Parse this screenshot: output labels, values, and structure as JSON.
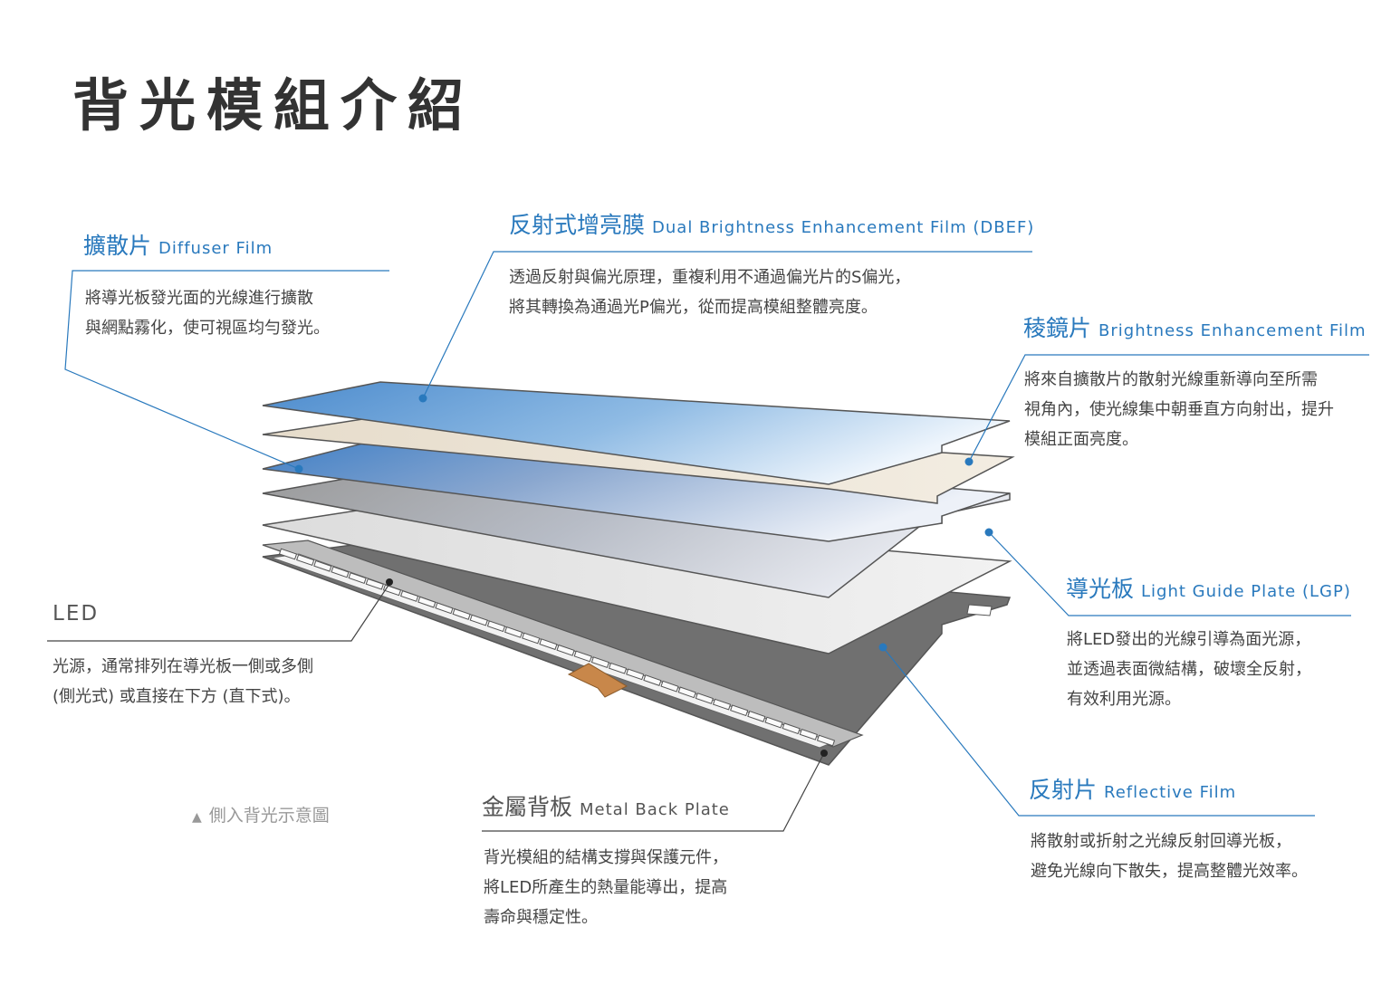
{
  "title": "背光模組介紹",
  "caption": {
    "marker": "▲",
    "text": "側入背光示意圖"
  },
  "labels": {
    "dbef": {
      "zh": "反射式增亮膜",
      "en": "Dual Brightness Enhancement Film (DBEF)",
      "lines": [
        "透過反射與偏光原理，重複利用不通過偏光片的S偏光，",
        "將其轉換為通過光P偏光，從而提高模組整體亮度。"
      ]
    },
    "diffuser": {
      "zh": "擴散片",
      "en": "Diffuser Film",
      "lines": [
        "將導光板發光面的光線進行擴散",
        "與網點霧化，使可視區均勻發光。"
      ]
    },
    "bef": {
      "zh": "稜鏡片",
      "en": "Brightness Enhancement Film",
      "lines": [
        "將來自擴散片的散射光線重新導向至所需",
        "視角內，使光線集中朝垂直方向射出，提升",
        "模組正面亮度。"
      ]
    },
    "lgp": {
      "zh": "導光板",
      "en": "Light Guide Plate (LGP)",
      "lines": [
        "將LED發出的光線引導為面光源，",
        "並透過表面微結構，破壞全反射，",
        "有效利用光源。"
      ]
    },
    "led": {
      "zh": "LED",
      "en": "",
      "lines": [
        "光源，通常排列在導光板一側或多側",
        "(側光式) 或直接在下方 (直下式)。"
      ]
    },
    "reflective": {
      "zh": "反射片",
      "en": "Reflective Film",
      "lines": [
        "將散射或折射之光線反射回導光板，",
        "避免光線向下散失，提高整體光效率。"
      ]
    },
    "metal": {
      "zh": "金屬背板",
      "en": "Metal Back Plate",
      "lines": [
        "背光模組的結構支撐與保護元件，",
        "將LED所產生的熱量能導出，提高",
        "壽命與穩定性。"
      ]
    }
  },
  "colors": {
    "accent": "#2979bd",
    "dbef_film": "#5a96d2",
    "diffuser_film": "#e9dfcf",
    "metal": "#707070"
  }
}
